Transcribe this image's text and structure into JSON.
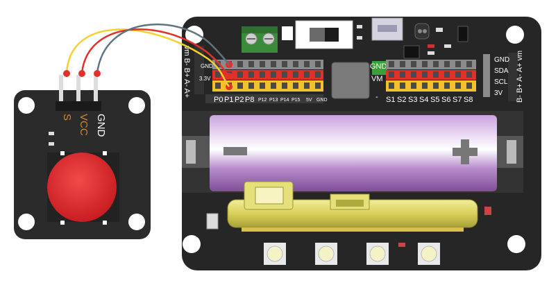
{
  "button_module": {
    "pin_labels": {
      "s": "S",
      "vcc": "VCC",
      "gnd": "GND"
    },
    "colors": {
      "board": "#2b2b2b",
      "button": "#e8262b",
      "s_label": "#d8892a"
    }
  },
  "expansion_board": {
    "top_header_labels": {
      "gnd": "GND",
      "v33": "3.3V",
      "v5": "5V",
      "gnd2": "GND"
    },
    "pin_row_labels": {
      "p0": "P0",
      "p1": "P1",
      "p2": "P2",
      "p8": "P8",
      "p12": "P12",
      "p13": "P13",
      "p14": "P14",
      "p15": "P15",
      "v5": "5V",
      "gnd": "GND"
    },
    "servo_labels": {
      "s1": "S1",
      "s2": "S2",
      "s3": "S3",
      "s4": "S4",
      "s5": "S5",
      "s6": "S6",
      "s7": "S7",
      "s8": "S8"
    },
    "power_labels": {
      "gnd": "GND",
      "vm": "VM",
      "minus": "-"
    },
    "right_side_labels": {
      "gnd": "GND",
      "sda": "SDA",
      "scl": "SCL",
      "v3": "3V"
    },
    "motor_labels_left": "vm B- B+ A- A+",
    "motor_labels_right": "B- B+ A- A+ vm",
    "colors": {
      "board": "#2a2a2a",
      "red_header": "#e0302a",
      "yellow_header": "#f3c12b",
      "battery": "#b98ed0"
    }
  },
  "wires": [
    {
      "color_name": "yellow",
      "color": "#f4d12c"
    },
    {
      "color_name": "red",
      "color": "#e2302b"
    },
    {
      "color_name": "gray-blue",
      "color": "#5f7480"
    }
  ]
}
